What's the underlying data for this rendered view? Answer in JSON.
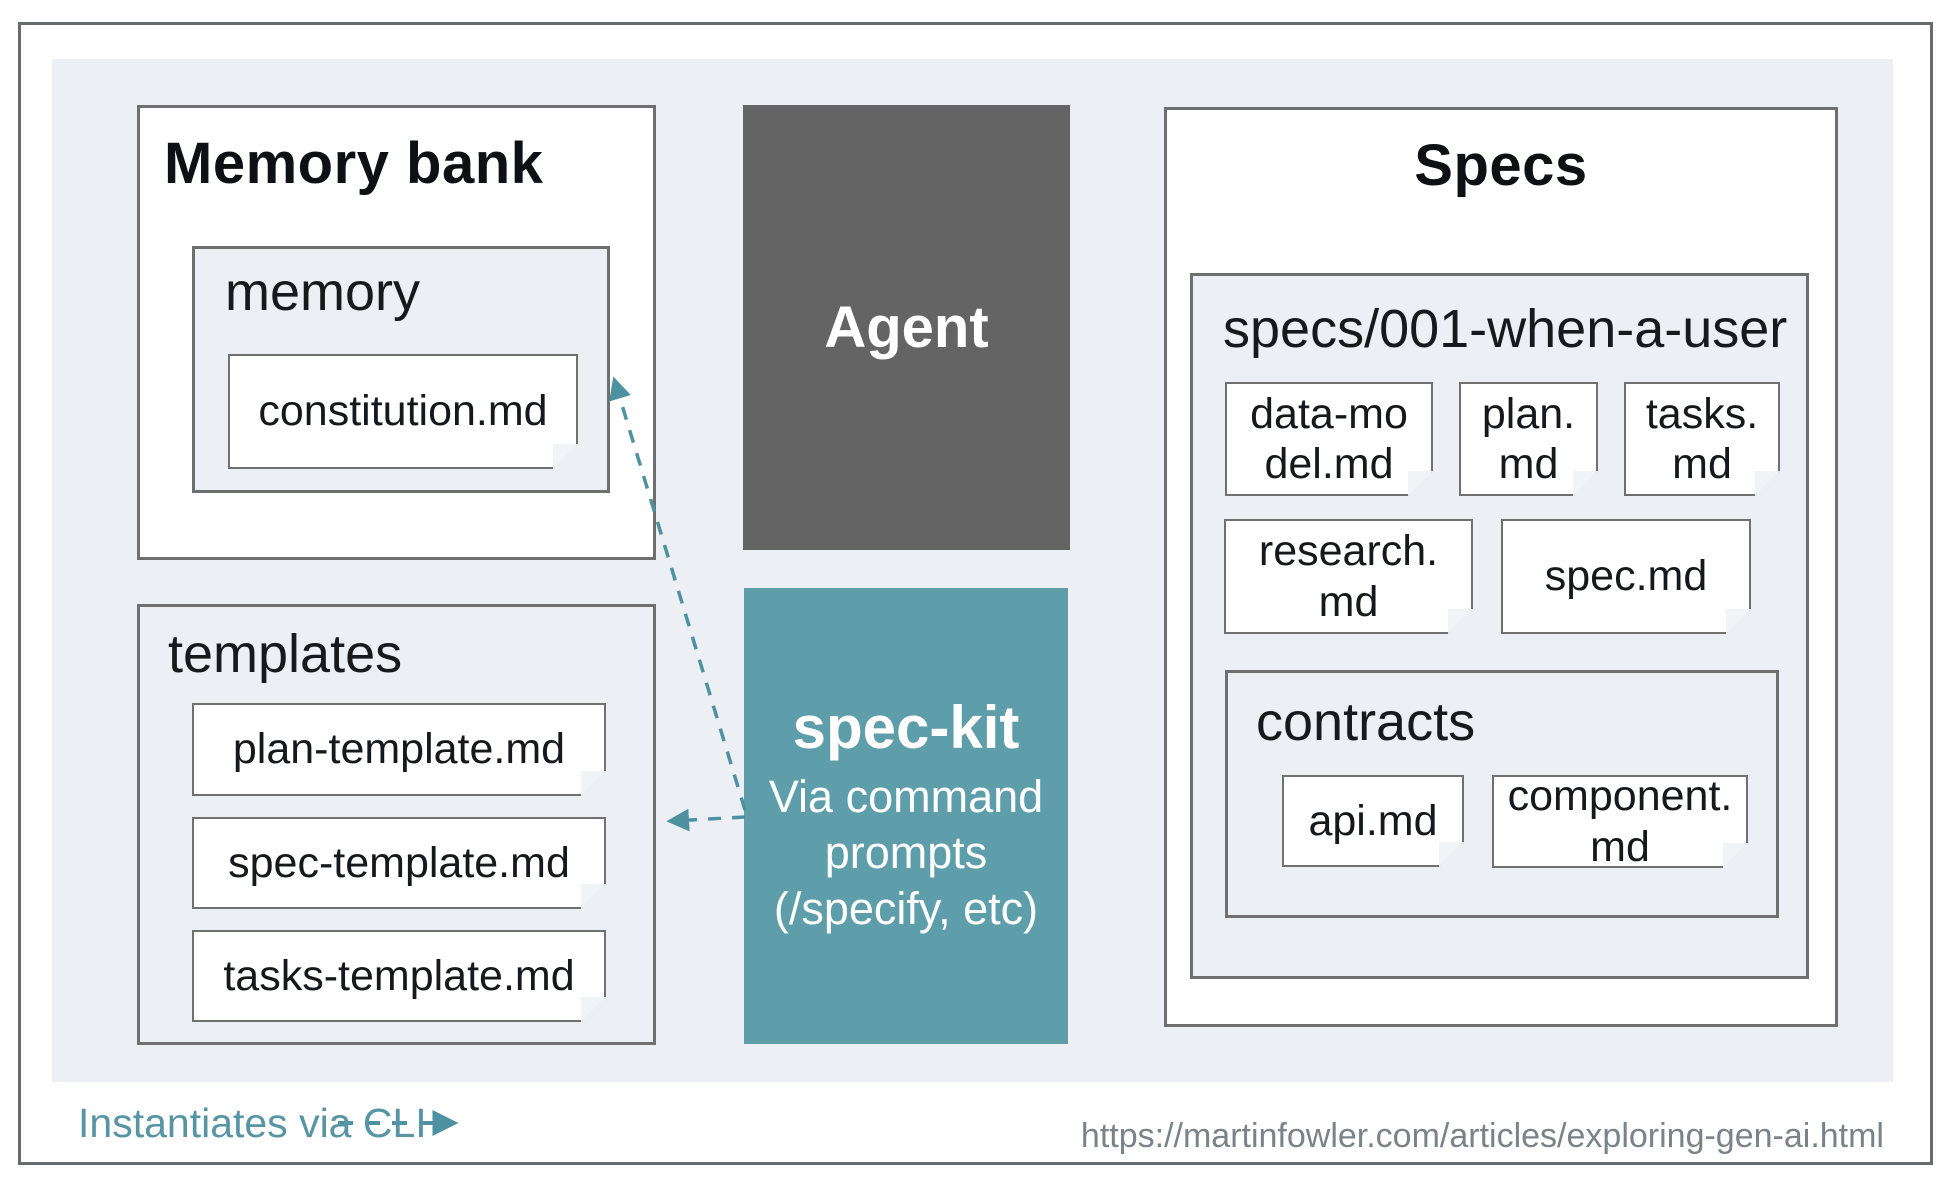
{
  "colors": {
    "panel_bg": "#ECEFF3",
    "border_gray": "#6F6F6F",
    "agent_gray": "#646464",
    "accent_teal": "#5E9EAA",
    "arrow_teal": "#4E92A2"
  },
  "memory_bank": {
    "title": "Memory bank",
    "folder_label": "memory",
    "constitution": "constitution.md"
  },
  "templates": {
    "label": "templates",
    "plan": "plan-template.md",
    "spec": "spec-template.md",
    "tasks": "tasks-template.md"
  },
  "agent": {
    "label": "Agent"
  },
  "spec_kit": {
    "title": "spec-kit",
    "subtitle": "Via command\nprompts\n(/specify, etc)"
  },
  "specs": {
    "title": "Specs",
    "folder_label": "specs/001-when-a-user",
    "data_model": "data-mo\ndel.md",
    "plan": "plan.\nmd",
    "tasks": "tasks.\nmd",
    "research": "research.\nmd",
    "spec": "spec.md",
    "contracts_label": "contracts",
    "api": "api.md",
    "component": "component.\nmd"
  },
  "legend": {
    "text": "Instantiates via CLI"
  },
  "footer": {
    "url": "https://martinfowler.com/articles/exploring-gen-ai.html"
  }
}
